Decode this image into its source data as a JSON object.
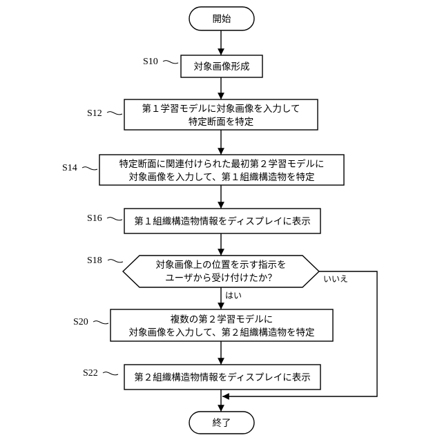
{
  "start": "開始",
  "end": "終了",
  "steps": [
    {
      "label": "S10",
      "lines": [
        "対象画像形成"
      ]
    },
    {
      "label": "S12",
      "lines": [
        "第１学習モデルに対象画像を入力して",
        "特定断面を特定"
      ]
    },
    {
      "label": "S14",
      "lines": [
        "特定断面に関連付けられた最初第２学習モデルに",
        "対象画像を入力して、第１組織構造物を特定"
      ]
    },
    {
      "label": "S16",
      "lines": [
        "第１組織構造物情報をディスプレイに表示"
      ]
    },
    {
      "label": "S18",
      "lines": [
        "対象画像上の位置を示す指示を",
        "ユーザから受け付けたか？"
      ]
    },
    {
      "label": "S20",
      "lines": [
        "複数の第２学習モデルに",
        "対象画像を入力して、第２組織構造物を特定"
      ]
    },
    {
      "label": "S22",
      "lines": [
        "第２組織構造物情報をディスプレイに表示"
      ]
    }
  ],
  "answers": {
    "yes": "はい",
    "no": "いいえ"
  }
}
